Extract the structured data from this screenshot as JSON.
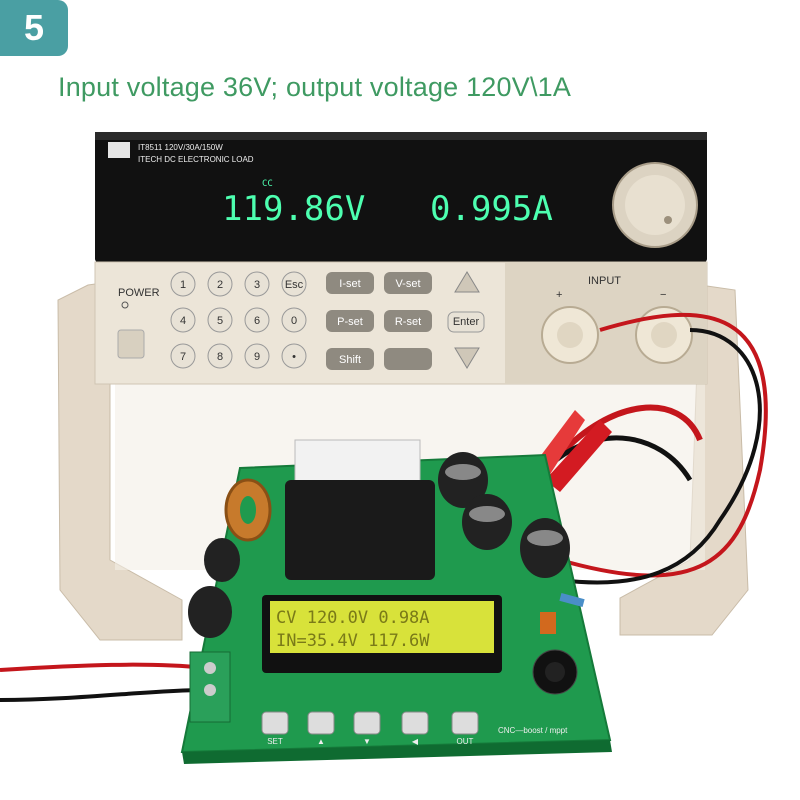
{
  "badge_number": "5",
  "caption": "Input voltage 36V; output voltage 120V\\1A",
  "load": {
    "model_line": "IT8511  120V/30A/150W",
    "brand_line": "ITECH DC ELECTRONIC LOAD",
    "cc_flag": "CC",
    "voltage_display": "119.86V",
    "current_display": "0.995A",
    "power_label": "POWER",
    "input_label": "INPUT",
    "plus_sign": "+",
    "minus_sign": "−",
    "keys": {
      "k1": "1",
      "k2": "2",
      "k3": "3",
      "esc": "Esc",
      "k4": "4",
      "k5": "5",
      "k6": "6",
      "k0": "0",
      "k7": "7",
      "k8": "8",
      "k9": "9",
      "dot": "•",
      "iset": "I-set",
      "vset": "V-set",
      "pset": "P-set",
      "rset": "R-set",
      "shift": "Shift",
      "enter": "Enter"
    }
  },
  "board": {
    "lcd_line1": "CV 120.0V  0.98A",
    "lcd_line2": "IN=35.4V 117.6W",
    "silk_label": "CNC—boost / mppt",
    "button_labels": [
      "SET",
      "▲",
      "▼",
      "◀",
      "OUT"
    ]
  }
}
